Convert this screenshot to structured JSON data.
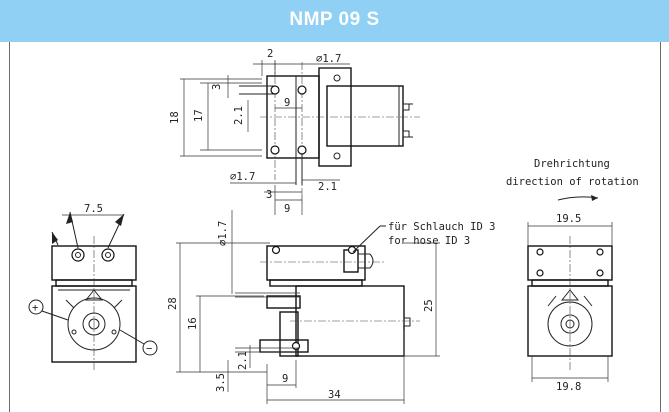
{
  "header": {
    "title": "NMP 09 S"
  },
  "labels": {
    "top_d2": "2",
    "top_dia1": "⌀1.7",
    "top_d3": "3",
    "top_d18": "18",
    "top_d17": "17",
    "top_d21": "2.1",
    "top_d9": "9",
    "top_dia2": "⌀1.7",
    "top_d3b": "3",
    "top_d21b": "2.1",
    "top_d9b": "9",
    "rot_de": "Drehrichtung",
    "rot_en": "direction of rotation",
    "left_d75": "7.5",
    "plus": "+",
    "minus": "−",
    "mid_dia": "⌀1.7",
    "hose_de": "für Schlauch ID 3",
    "hose_en": "for hose ID 3",
    "mid_d28": "28",
    "mid_d16": "16",
    "mid_d25": "25",
    "mid_d21": "2.1",
    "mid_d35": "3.5",
    "mid_d9": "9",
    "mid_d34": "34",
    "right_d195": "19.5",
    "right_d198": "19.8"
  }
}
